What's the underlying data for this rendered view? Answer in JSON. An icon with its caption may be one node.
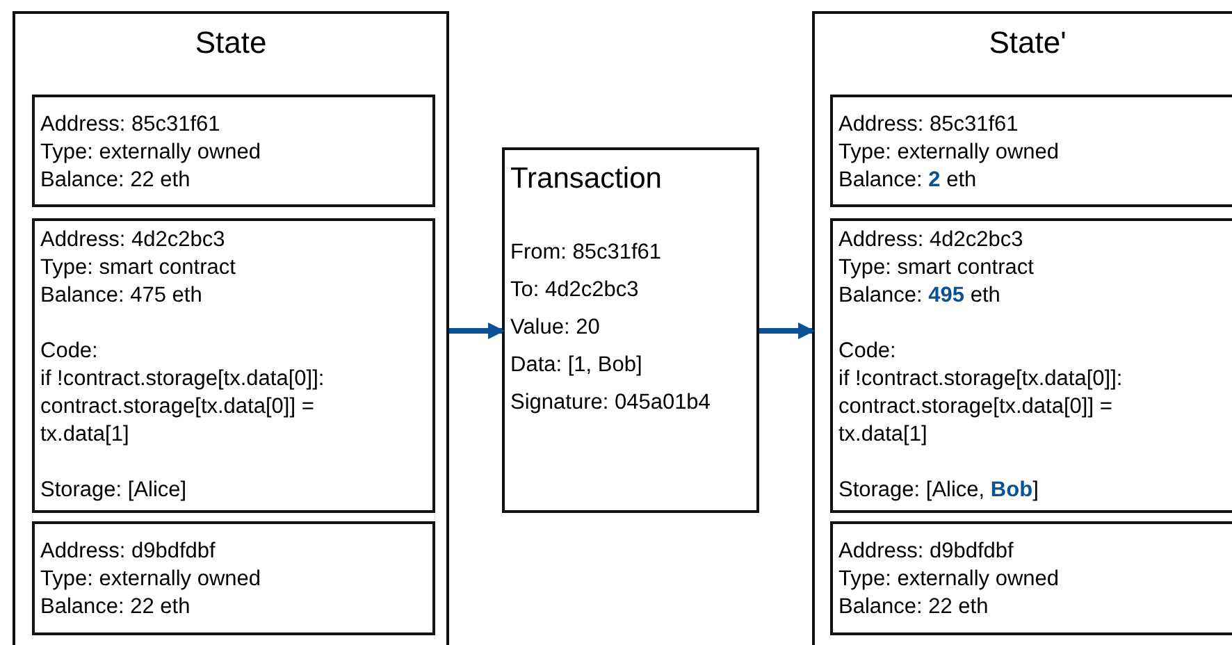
{
  "diagram": {
    "nodes": [
      {
        "text": [
          "State"
        ]
      },
      {
        "text": [
          "Address: 85c31f61",
          "Type: externally owned",
          "Balance: 22 eth"
        ],
        "in": 0
      },
      {
        "text": [
          "Address: 4d2c2bc3",
          "Type: smart contract",
          "Balance: 475 eth",
          "Code:",
          "if !contract.storage[tx.data[0]]:",
          "contract.storage[tx.data[0]] = tx.data[1]",
          "Storage: [Alice]"
        ],
        "in": 0
      },
      {
        "text": [
          "Address: d9bdfdbf",
          "Type: externally owned",
          "Balance: 22 eth"
        ],
        "in": 0
      },
      {
        "text": [
          "Transaction",
          "From: 85c31f61",
          "To: 4d2c2bc3",
          "Value: 20",
          "Data: [1, Bob]",
          "Signature: 045a01b4"
        ]
      },
      {
        "text": [
          "State'"
        ]
      },
      {
        "text": [
          "Address: 85c31f61",
          "Type: externally owned",
          "Balance: **2** eth"
        ],
        "in": 5
      },
      {
        "text": [
          "Address: 4d2c2bc3",
          "Type: smart contract",
          "Balance: **495** eth",
          "Code:",
          "if !contract.storage[tx.data[0]]:",
          "contract.storage[tx.data[0]] = tx.data[1]",
          "Storage: [Alice, **Bob**]"
        ],
        "in": 5
      },
      {
        "text": [
          "Address: d9bdfdbf",
          "Type: externally owned",
          "Balance: 22 eth"
        ],
        "in": 5
      }
    ],
    "edges": [
      {
        "from": 0,
        "to": 4,
        "arrow": "to"
      },
      {
        "from": 4,
        "to": 5,
        "arrow": "to"
      }
    ]
  }
}
